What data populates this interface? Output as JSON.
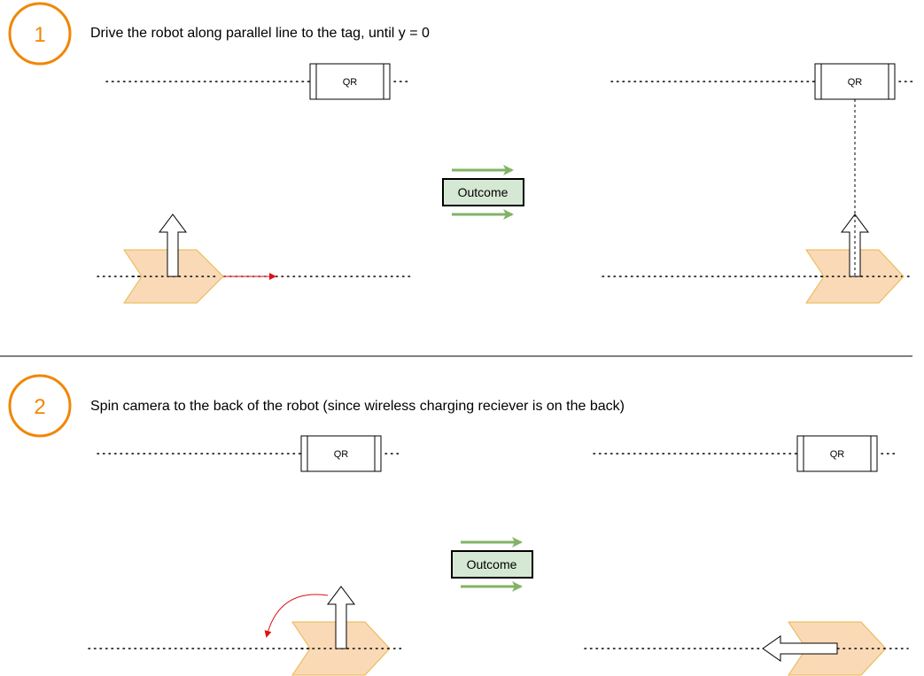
{
  "steps": [
    {
      "number": "1",
      "text": "Drive the robot along parallel line to the tag, until y = 0",
      "outcome": "Outcome",
      "qr_left": "QR",
      "qr_right": "QR"
    },
    {
      "number": "2",
      "text": "Spin camera to the back of the robot (since wireless charging reciever is on the back)",
      "outcome": "Outcome",
      "qr_left": "QR",
      "qr_right": "QR"
    }
  ],
  "colors": {
    "step_circle": "#F08705",
    "robot_fill": "#FAD9B7",
    "robot_stroke": "#E8B74A",
    "outcome_fill": "#D5E8D4",
    "outcome_arrow": "#82B366",
    "motion_arrow": "#E01010"
  }
}
